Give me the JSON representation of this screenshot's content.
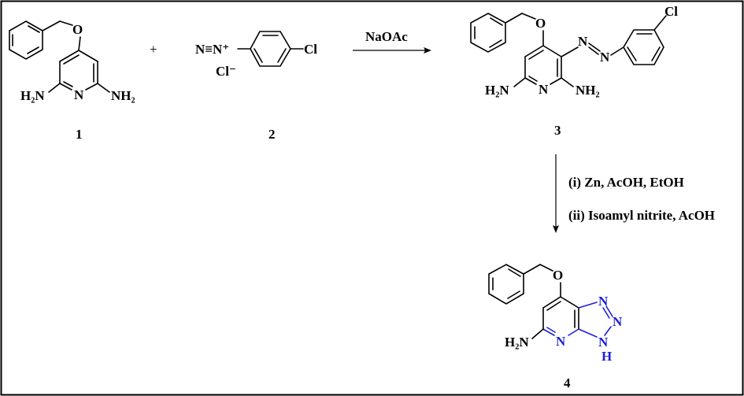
{
  "compounds": {
    "c1": {
      "number": "1",
      "nh2_left": "H₂N",
      "ring_n": "N",
      "nh2_right": "NH₂",
      "ether_o": "O"
    },
    "c2": {
      "number": "2",
      "diazonium": "N≡N⁺",
      "counterion": "Cl⁻",
      "chloro": "Cl"
    },
    "c3": {
      "number": "3",
      "nh2_left": "H₂N",
      "ring_n": "N",
      "nh2_right": "NH₂",
      "ether_o": "O",
      "azo_n1": "N",
      "azo_n2": "N",
      "chloro": "Cl"
    },
    "c4": {
      "number": "4",
      "nh2_left": "H₂N",
      "ring_n": "N",
      "ether_o": "O",
      "triazole_n1": "N",
      "triazole_n2": "N",
      "triazole_nh_n": "N",
      "triazole_nh_h": "H"
    }
  },
  "plus_sign": "+",
  "reactions": {
    "step1": {
      "reagent": "NaOAc"
    },
    "step2": {
      "condition_i": "(i) Zn, AcOH, EtOH",
      "condition_ii": "(ii) Isoamyl nitrite, AcOH"
    }
  },
  "colors": {
    "heteroatom_highlight": "#1f1fd6",
    "frame": "#000000"
  }
}
